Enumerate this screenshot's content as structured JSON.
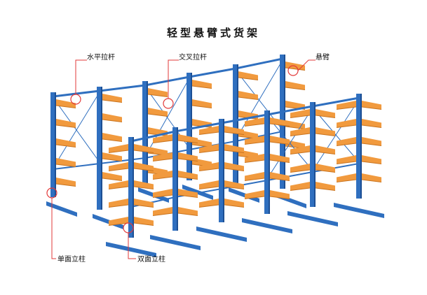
{
  "title": "轻型悬臂式货架",
  "labels": {
    "horizontal_tie": "水平拉杆",
    "cross_brace": "交叉拉杆",
    "cantilever_arm": "悬臂",
    "single_column": "单面立柱",
    "double_column": "双面立柱"
  },
  "colors": {
    "column": "#2f6fbf",
    "column_dark": "#1d4f93",
    "arm": "#f19a3e",
    "arm_dark": "#c9731e",
    "callout": "#e23a3a"
  }
}
